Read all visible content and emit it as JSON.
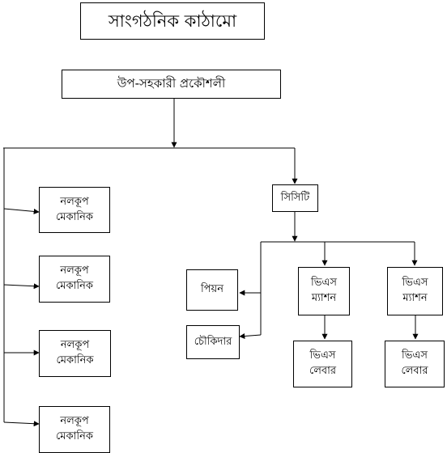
{
  "title": "সাংগঠনিক কাঠামো",
  "head": "উপ-সহকারী প্রকৌশলী",
  "mechanic_left": [
    "নলকূপ\nমেকানিক",
    "নলকূপ\nমেকানিক",
    "নলকূপ\nমেকানিক",
    "নলকূপ\nমেকানিক"
  ],
  "cict": "সিসিটি",
  "peon": "পিয়ন",
  "guard": "চৌকিদার",
  "vs_mason_1": "ভিএস\nম্যাশন",
  "vs_mason_2": "ভিএস\nম্যাশন",
  "vs_labour_1": "ভিএস\nলেবার",
  "vs_labour_2": "ভিএস\nলেবার"
}
